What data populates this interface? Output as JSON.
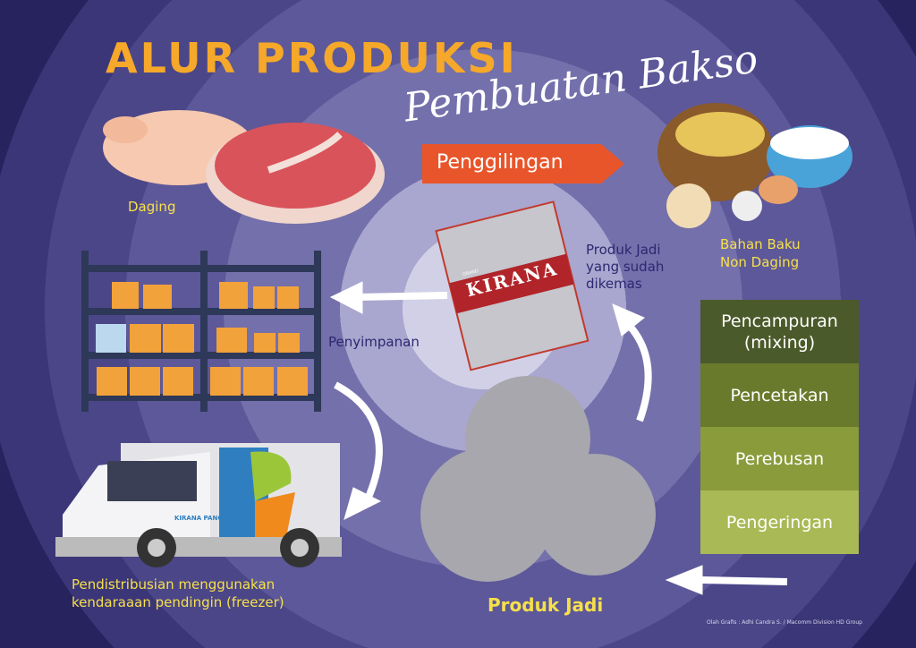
{
  "title": {
    "main": "ALUR PRODUKSI",
    "script": "Pembuatan Bakso"
  },
  "labels": {
    "daging": "Daging",
    "penggilingan": "Penggilingan",
    "bahan_baku": [
      "Bahan Baku",
      "Non Daging"
    ],
    "produk_dikemas": [
      "Produk Jadi",
      "yang sudah",
      "dikemas"
    ],
    "penyimpanan": "Penyimpanan",
    "distribusi": [
      "Pendistribusian menggunakan",
      "kendaraaan pendingin (freezer)"
    ],
    "produk_jadi": "Produk Jadi",
    "package_brand": "KIRANA",
    "package_sub": "GRAND",
    "truck_brand": "KIRANA PANGAN"
  },
  "steps": [
    {
      "label": "Pencampuran (mixing)",
      "color": "#4b5a2a"
    },
    {
      "label": "Pencetakan",
      "color": "#6a7a2c"
    },
    {
      "label": "Perebusan",
      "color": "#8a9b3b"
    },
    {
      "label": "Pengeringan",
      "color": "#a9b955"
    }
  ],
  "credit": "Olah Grafis : Adhi Candra S. / Macomm Division HD Group",
  "colors": {
    "bg": "#27235f",
    "title": "#f5a829",
    "arrow": "#e8552a",
    "yellow_text": "#f6e04a"
  }
}
